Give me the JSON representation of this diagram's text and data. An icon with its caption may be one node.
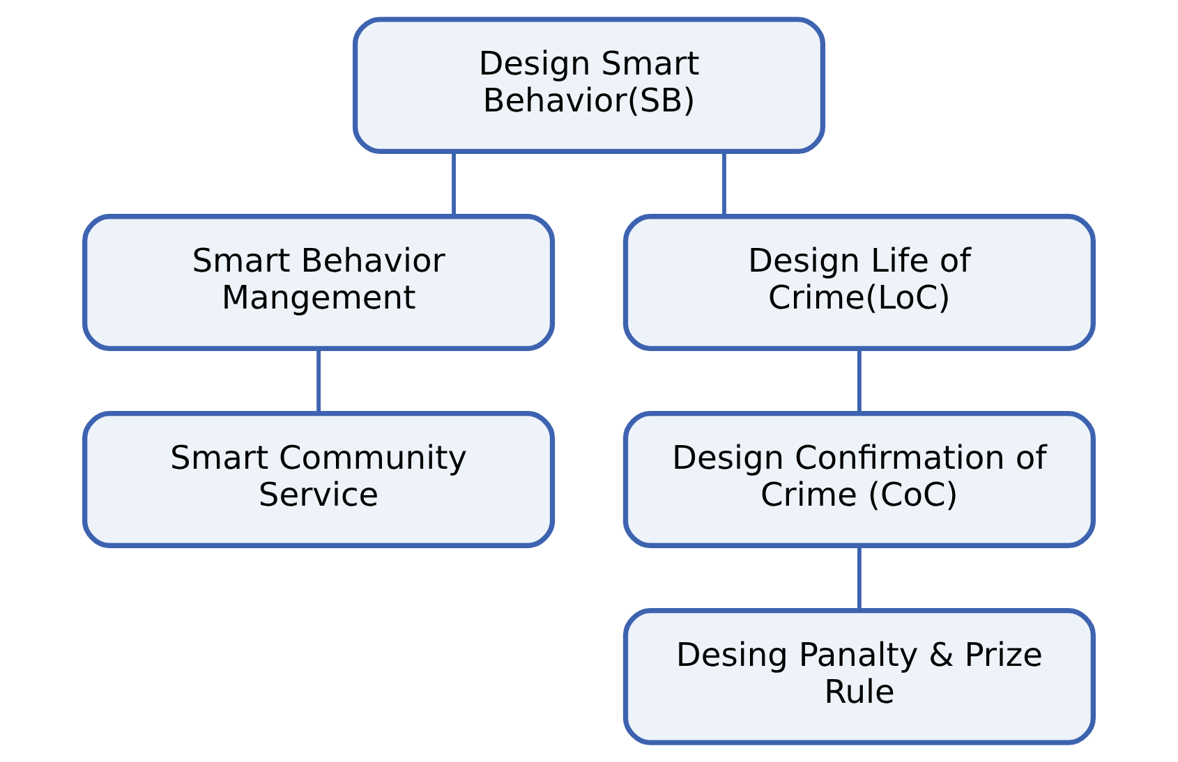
{
  "diagram": {
    "nodes": [
      {
        "text": [
          "Design Smart Behavior(SB)"
        ]
      },
      {
        "text": [
          "Smart Behavior Mangement"
        ]
      },
      {
        "text": [
          "Design Life of Crime(LoC)"
        ]
      },
      {
        "text": [
          "Smart Community Service"
        ]
      },
      {
        "text": [
          "Design Confirmation of Crime (CoC)"
        ]
      },
      {
        "text": [
          "Desing Panalty & Prize Rule"
        ]
      }
    ],
    "edges": [
      {
        "from": 0,
        "to": 1,
        "arrow": "none"
      },
      {
        "from": 0,
        "to": 2,
        "arrow": "none"
      },
      {
        "from": 1,
        "to": 3,
        "arrow": "none"
      },
      {
        "from": 2,
        "to": 4,
        "arrow": "none"
      },
      {
        "from": 4,
        "to": 5,
        "arrow": "none"
      }
    ]
  }
}
